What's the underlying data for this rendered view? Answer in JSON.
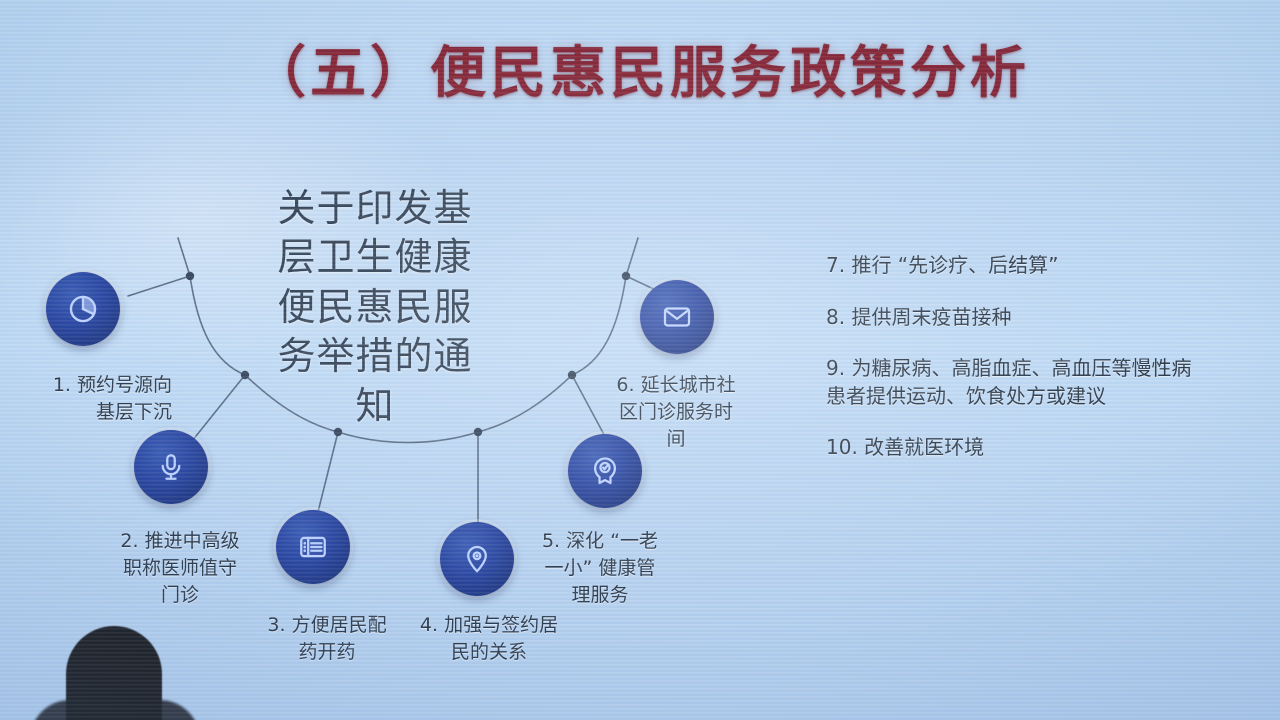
{
  "slide": {
    "title": "（五）便民惠民服务政策分析",
    "title_color": "#7d1324",
    "background_color": "#b9d5f2",
    "node_color": "#13348c",
    "center_text": "关于印发基层卫生健康便民惠民服务举措的通知"
  },
  "nodes": [
    {
      "index": "1",
      "icon": "pie-clock-icon",
      "label": "1. 预约号源向\n基层下沉"
    },
    {
      "index": "2",
      "icon": "microphone-icon",
      "label": "2. 推进中高级\n职称医师值守\n门诊"
    },
    {
      "index": "3",
      "icon": "list-document-icon",
      "label": "3. 方便居民配\n药开药"
    },
    {
      "index": "4",
      "icon": "map-pin-icon",
      "label": "4. 加强与签约居\n民的关系"
    },
    {
      "index": "5",
      "icon": "badge-person-icon",
      "label": "5. 深化 “一老\n一小” 健康管\n理服务"
    },
    {
      "index": "6",
      "icon": "envelope-icon",
      "label": "6. 延长城市社\n区门诊服务时\n间"
    }
  ],
  "right_list": [
    {
      "index": "7",
      "text": "7. 推行 “先诊疗、后结算”"
    },
    {
      "index": "8",
      "text": "8. 提供周末疫苗接种"
    },
    {
      "index": "9",
      "text": "9. 为糖尿病、高脂血症、高血压等慢性病\n患者提供运动、饮食处方或建议"
    },
    {
      "index": "10",
      "text": "10. 改善就医环境"
    }
  ]
}
